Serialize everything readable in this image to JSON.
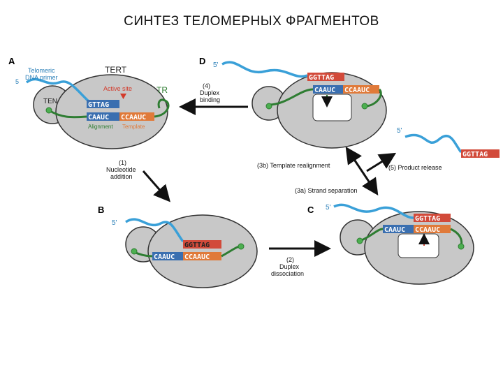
{
  "title": "СИНТЕЗ ТЕЛОМЕРНЫХ ФРАГМЕНТОВ",
  "panels": {
    "a": {
      "letter": "A",
      "telomeric_primer_1": "Telomeric",
      "telomeric_primer_2": "DNA primer",
      "five_prime": "5",
      "tert": "TERT",
      "active_site": "Active site",
      "tr": "TR",
      "ten": "TEN",
      "dna_seq": "GTTAG",
      "template_left": "CAAUC",
      "template_right": "CCAAUC",
      "alignment": "Alignment",
      "template": "Template"
    },
    "b": {
      "letter": "B",
      "five_prime": "5'",
      "dna_seq": "GGTTAG",
      "template_left": "CAAUC",
      "template_right": "CCAAUC"
    },
    "c": {
      "letter": "C",
      "five_prime": "5'",
      "dna_seq": "GGTTAG",
      "template_left": "CAAUC",
      "template_right": "CCAAUC"
    },
    "d": {
      "letter": "D",
      "five_prime": "5'",
      "dna_seq": "GGTTAG",
      "template_left": "CAAUC",
      "template_right": "CCAAUC"
    },
    "released": {
      "five_prime": "5'",
      "dna_seq": "GGTTAG"
    }
  },
  "steps": {
    "s1_a": "(1)",
    "s1_b": "Nucleotide",
    "s1_c": "addition",
    "s2_a": "(2)",
    "s2_b": "Duplex",
    "s2_c": "dissociation",
    "s3a": "(3a) Strand separation",
    "s3b": "(3b) Template realignment",
    "s4_a": "(4)",
    "s4_b": "Duplex",
    "s4_c": "binding",
    "s5": "(5) Product release"
  },
  "colors": {
    "protein": "#c8c8c8",
    "protein_edge": "#333333",
    "dna": "#3aa0d8",
    "rna": "#2e7d32",
    "dna_box": "#d24a3a",
    "template_box": "#e07a3a",
    "align_box": "#3a6fb0",
    "active_site": "#d33a2a"
  }
}
